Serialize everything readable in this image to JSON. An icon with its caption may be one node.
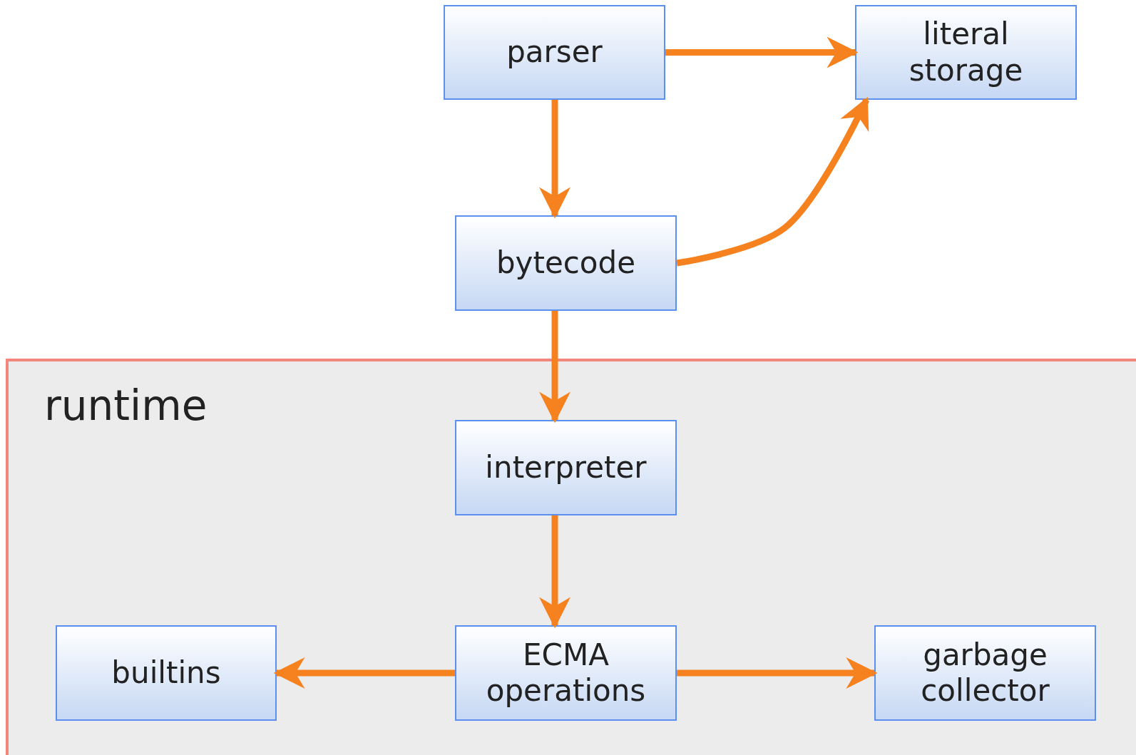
{
  "diagram": {
    "nodes": [
      {
        "text": [
          "parser"
        ]
      },
      {
        "text": [
          "literal storage"
        ]
      },
      {
        "text": [
          "bytecode"
        ]
      },
      {
        "text": [
          "runtime"
        ]
      },
      {
        "text": [
          "interpreter"
        ],
        "in": 3
      },
      {
        "text": [
          "builtins"
        ],
        "in": 3
      },
      {
        "text": [
          "ECMA operations"
        ],
        "in": 3
      },
      {
        "text": [
          "garbage collector"
        ],
        "in": 3
      }
    ],
    "edges": [
      {
        "from": 0,
        "to": 1,
        "arrow": "to"
      },
      {
        "from": 0,
        "to": 2,
        "arrow": "to"
      },
      {
        "from": 2,
        "to": 1,
        "arrow": "to"
      },
      {
        "from": 2,
        "to": 4,
        "arrow": "to"
      },
      {
        "from": 4,
        "to": 6,
        "arrow": "to"
      },
      {
        "from": 6,
        "to": 5,
        "arrow": "to"
      },
      {
        "from": 6,
        "to": 7,
        "arrow": "to"
      }
    ]
  }
}
